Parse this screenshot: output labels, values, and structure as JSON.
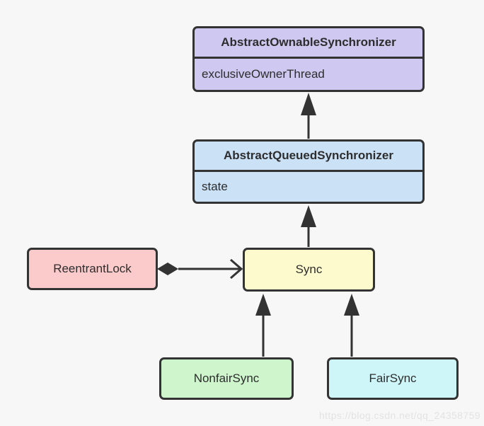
{
  "page": {
    "background": "#f7f7f7",
    "watermark": "https://blog.csdn.net/qq_24358759",
    "watermark_color": "#e3e3e3"
  },
  "diagram": {
    "line_color": "#333333",
    "text_color": "#2d2d2d",
    "nodes": {
      "aos": {
        "title": "AbstractOwnableSynchronizer",
        "field": "exclusiveOwnerThread",
        "fill": "#cfc8f0"
      },
      "aqs": {
        "title": "AbstractQueuedSynchronizer",
        "field": "state",
        "fill": "#cbe1f6"
      },
      "reentrantlock": {
        "title": "ReentrantLock",
        "fill": "#fbcaca"
      },
      "sync": {
        "title": "Sync",
        "fill": "#fdfbce"
      },
      "nonfairsync": {
        "title": "NonfairSync",
        "fill": "#cff5cc"
      },
      "fairsync": {
        "title": "FairSync",
        "fill": "#cef6f8"
      }
    },
    "relations": {
      "aqs_extends_aos": "inheritance",
      "sync_extends_aqs": "inheritance",
      "nonfairsync_extends_sync": "inheritance",
      "fairsync_extends_sync": "inheritance",
      "reentrantlock_has_sync": "composition"
    }
  }
}
